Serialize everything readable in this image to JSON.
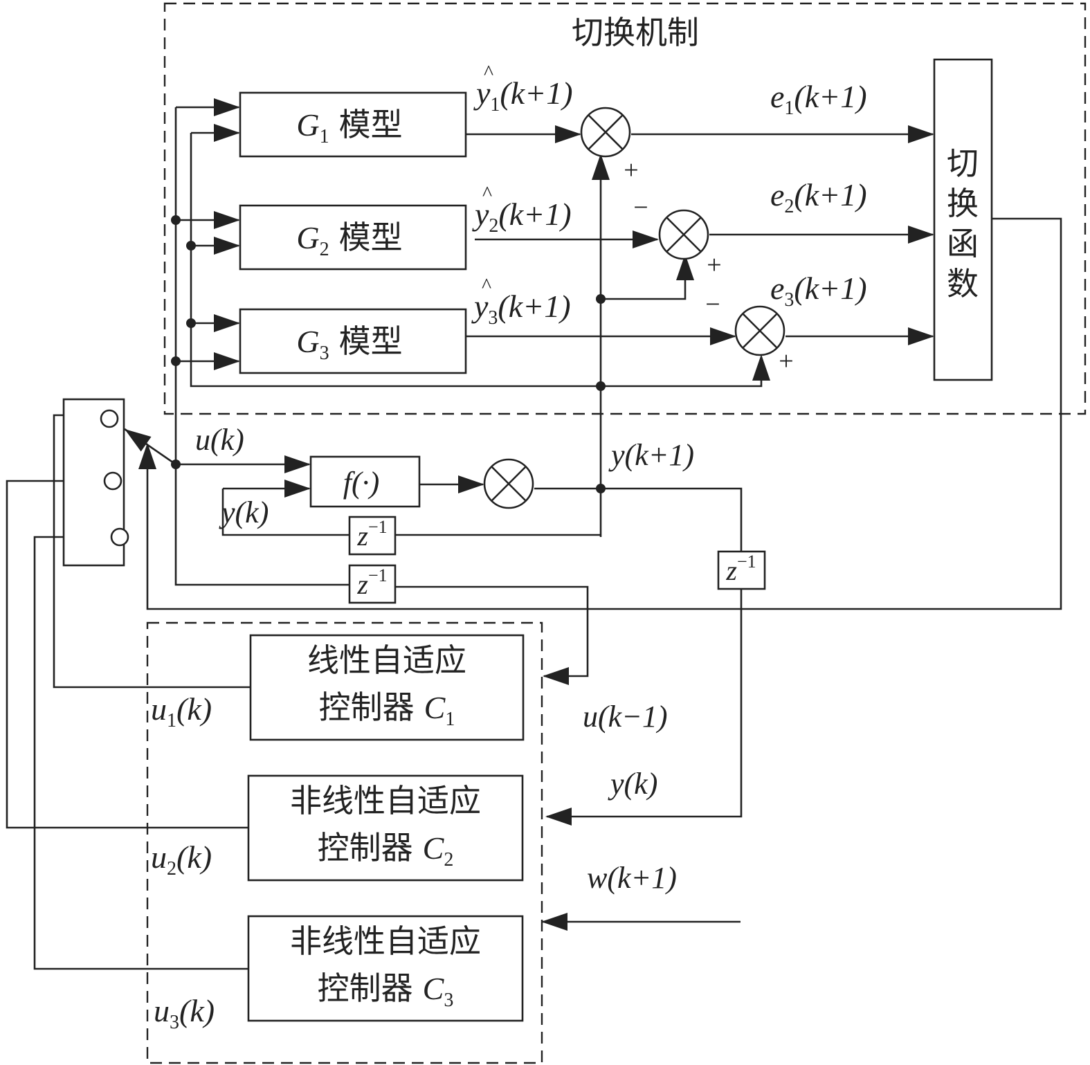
{
  "switching_mechanism": {
    "title": "切换机制",
    "models": [
      {
        "symbol": "G",
        "sub": "1",
        "label": "模型"
      },
      {
        "symbol": "G",
        "sub": "2",
        "label": "模型"
      },
      {
        "symbol": "G",
        "sub": "3",
        "label": "模型"
      }
    ],
    "predictions": [
      {
        "hat": "^",
        "var": "y",
        "sub": "1",
        "arg": "(k+1)"
      },
      {
        "hat": "^",
        "var": "y",
        "sub": "2",
        "arg": "(k+1)"
      },
      {
        "hat": "^",
        "var": "y",
        "sub": "3",
        "arg": "(k+1)"
      }
    ],
    "errors": [
      {
        "var": "e",
        "sub": "1",
        "arg": "(k+1)"
      },
      {
        "var": "e",
        "sub": "2",
        "arg": "(k+1)"
      },
      {
        "var": "e",
        "sub": "3",
        "arg": "(k+1)"
      }
    ],
    "switch_function_label": [
      "切",
      "换",
      "函",
      "数"
    ],
    "signs": {
      "plus": "+",
      "minus": "−"
    }
  },
  "plant": {
    "function_label": "f(·)",
    "input_u": "u(k)",
    "input_y": "y(k)",
    "output": "y(k+1)"
  },
  "delay": {
    "symbol": "z",
    "exp": "−1"
  },
  "controllers": {
    "items": [
      {
        "line1": "线性自适应",
        "line2": "控制器",
        "sym": "C",
        "sub": "1"
      },
      {
        "line1": "非线性自适应",
        "line2": "控制器",
        "sym": "C",
        "sub": "2"
      },
      {
        "line1": "非线性自适应",
        "line2": "控制器",
        "sym": "C",
        "sub": "3"
      }
    ],
    "outputs": [
      {
        "var": "u",
        "sub": "1",
        "arg": "(k)"
      },
      {
        "var": "u",
        "sub": "2",
        "arg": "(k)"
      },
      {
        "var": "u",
        "sub": "3",
        "arg": "(k)"
      }
    ],
    "inputs": {
      "u_prev": "u(k−1)",
      "y": "y(k)",
      "w": "w(k+1)"
    }
  }
}
